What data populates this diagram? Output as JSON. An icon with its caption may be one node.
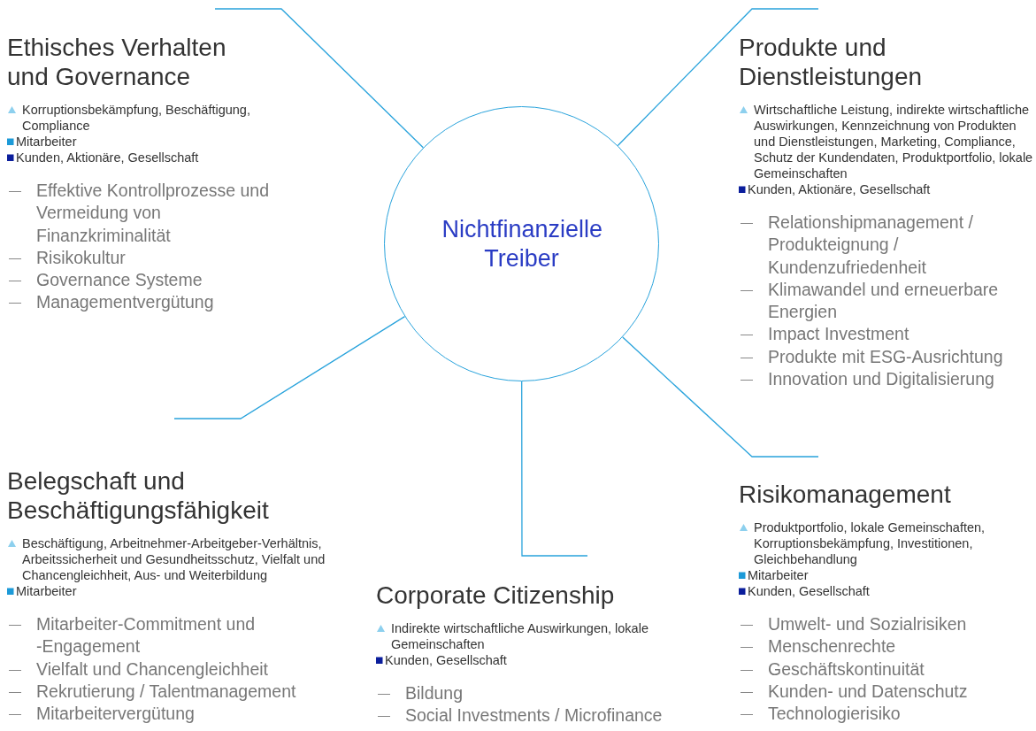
{
  "diagram": {
    "nodes": [
      {
        "text": [
          "Nichtfinanzielle Treiber"
        ]
      },
      {
        "text": [
          "Ethisches Verhalten und Governance",
          "Korruptionsbekämpfung, Beschäftigung, Compliance",
          "Mitarbeiter",
          "Kunden, Aktionäre, Gesellschaft",
          "Effektive Kontrollprozesse und Vermeidung von Finanzkriminalität",
          "Risikokultur",
          "Governance Systeme",
          "Managementvergütung"
        ]
      },
      {
        "text": [
          "Produkte und Dienstleistungen",
          "Wirtschaftliche Leistung, indirekte wirtschaftliche Auswirkungen, Kennzeichnung von Produkten und Dienstleistungen, Marketing, Compliance, Schutz der Kundendaten, Produktportfolio, lokale Gemeinschaften",
          "Kunden, Aktionäre, Gesellschaft",
          "Relationshipmanagement / Produkteignung / Kundenzufriedenheit",
          "Klimawandel und erneuerbare Energien",
          "Impact Investment",
          "Produkte mit ESG-Ausrichtung",
          "Innovation und Digitalisierung"
        ]
      },
      {
        "text": [
          "Belegschaft und Beschäftigungsfähigkeit",
          "Beschäftigung, Arbeitnehmer-Arbeitgeber-Verhältnis, Arbeitssicherheit und Gesundheitsschutz, Vielfalt und Chancengleichheit, Aus- und Weiterbildung",
          "Mitarbeiter",
          "Mitarbeiter-Commitment und -Engagement",
          "Vielfalt und Chancengleichheit",
          "Rekrutierung / Talentmanagement",
          "Mitarbeitervergütung"
        ]
      },
      {
        "text": [
          "Corporate Citizenship",
          "Indirekte wirtschaftliche Auswirkungen, lokale Gemeinschaften",
          "Kunden, Gesellschaft",
          "Bildung",
          "Social Investments / Microfinance"
        ]
      },
      {
        "text": [
          "Risikomanagement",
          "Produktportfolio, lokale Gemeinschaften, Korruptionsbekämpfung, Investitionen, Gleichbehandlung",
          "Mitarbeiter",
          "Kunden, Gesellschaft",
          "Umwelt- und Sozialrisiken",
          "Menschenrechte",
          "Geschäftskontinuität",
          "Kunden- und Datenschutz",
          "Technologierisiko"
        ]
      }
    ],
    "edges": [
      {
        "from": 0,
        "to": 1,
        "arrow": "none"
      },
      {
        "from": 0,
        "to": 2,
        "arrow": "none"
      },
      {
        "from": 0,
        "to": 3,
        "arrow": "none"
      },
      {
        "from": 0,
        "to": 4,
        "arrow": "none"
      },
      {
        "from": 0,
        "to": 5,
        "arrow": "none"
      }
    ]
  }
}
